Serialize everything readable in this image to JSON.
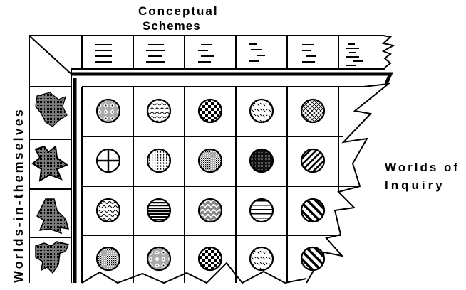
{
  "labels": {
    "top_line_1": "Conceptual",
    "top_line_2": "Schemes",
    "right_line_1": "Worlds of",
    "right_line_2": "Inquiry",
    "left": "Worlds-in-themselves"
  },
  "scheme_icons": [
    "scheme-lines-1",
    "scheme-lines-2",
    "scheme-lines-3",
    "scheme-lines-4",
    "scheme-lines-5",
    "scheme-lines-6"
  ],
  "world_shapes": [
    "stippled-blob-1",
    "stippled-blob-2",
    "stippled-blob-3",
    "stippled-blob-4"
  ],
  "grid_patterns": [
    [
      "diamond-dots",
      "chevrons",
      "checker",
      "dashes",
      "crosshatch"
    ],
    [
      "quartered",
      "vertical-dots",
      "stipple",
      "solid-dark",
      "diagonal-stripes"
    ],
    [
      "waves",
      "horizontal-stripes",
      "scales",
      "horizontal-lines-wide",
      "diagonal-bold"
    ],
    [
      "stipple",
      "diamond-dots",
      "checker",
      "dashes",
      "diagonal-bold"
    ]
  ],
  "colors": {
    "ink": "#000000",
    "paper": "#ffffff",
    "stipple": "#9a9a9a",
    "dark": "#222222"
  }
}
